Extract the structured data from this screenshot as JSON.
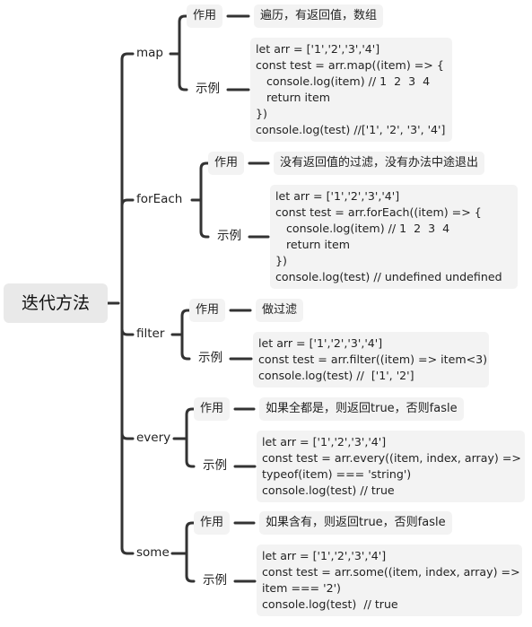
{
  "root": "迭代方法",
  "methods": [
    {
      "name": "map",
      "purpose_label": "作用",
      "purpose": "遍历，有返回值，数组",
      "example_label": "示例",
      "code": [
        "let arr = ['1','2','3','4']",
        "const test = arr.map((item) => {",
        "   console.log(item) // 1  2  3  4",
        "   return item",
        "})",
        "console.log(test) //['1', '2', '3', '4']"
      ]
    },
    {
      "name": "forEach",
      "purpose_label": "作用",
      "purpose": "没有返回值的过滤，没有办法中途退出",
      "example_label": "示例",
      "code": [
        "let arr = ['1','2','3','4']",
        "const test = arr.forEach((item) => {",
        "   console.log(item) // 1  2  3  4",
        "   return item",
        "})",
        "console.log(test) // undefined undefined"
      ]
    },
    {
      "name": "filter",
      "purpose_label": "作用",
      "purpose": "做过滤",
      "example_label": "示例",
      "code": [
        "let arr = ['1','2','3','4']",
        "const test = arr.filter((item) => item<3)",
        "console.log(test) //  ['1', '2']"
      ]
    },
    {
      "name": "every",
      "purpose_label": "作用",
      "purpose": "如果全都是，则返回true，否则fasle",
      "example_label": "示例",
      "code": [
        "let arr = ['1','2','3','4']",
        "const test = arr.every((item, index, array) =>",
        "typeof(item) === 'string')",
        "console.log(test) // true"
      ]
    },
    {
      "name": "some",
      "purpose_label": "作用",
      "purpose": "如果含有，则返回true，否则fasle",
      "example_label": "示例",
      "code": [
        "let arr = ['1','2','3','4']",
        "const test = arr.some((item, index, array) =>",
        "item === '2')",
        "console.log(test)  // true"
      ]
    }
  ],
  "colors": {
    "line": "#333333",
    "root_bg": "#e9e9e9",
    "box_bg": "#f3f3f3"
  }
}
